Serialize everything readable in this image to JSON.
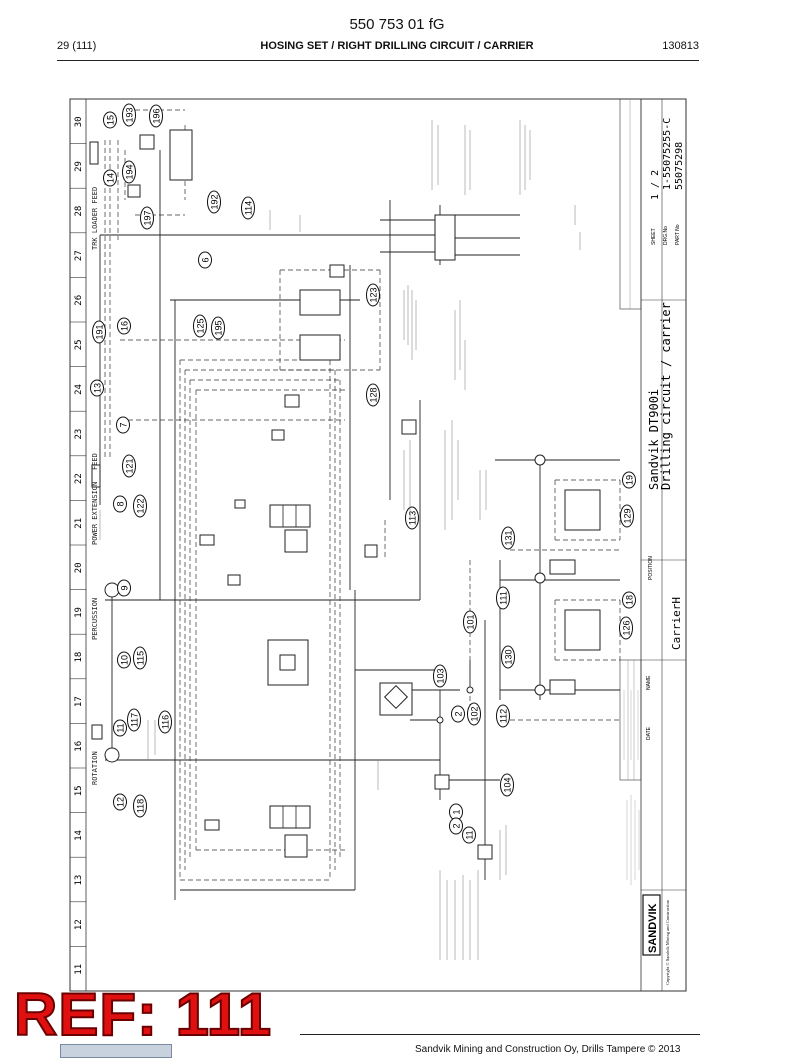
{
  "header": {
    "doc_number": "550 753 01 fG",
    "page": "29 (111)",
    "title": "HOSING SET / RIGHT DRILLING CIRCUIT / CARRIER",
    "date_code": "130813"
  },
  "frame": {
    "column_numbers": [
      "30",
      "29",
      "28",
      "27",
      "26",
      "25",
      "24",
      "23",
      "22",
      "21",
      "20",
      "19",
      "18",
      "17",
      "16",
      "15",
      "14",
      "13",
      "12",
      "11"
    ]
  },
  "title_block": {
    "product": "Sandvik DT900i",
    "drawing_title": "Drilling circuit / carrier",
    "section": "CarrierH",
    "sheet": "1 / 2",
    "drawing_no": "1-55075255-C",
    "part_no": "55075298",
    "brand": "SANDVIK",
    "copyright": "Copyright © Sandvik Mining and Construction",
    "field_labels": [
      "SHEET",
      "DRG.No",
      "PART No",
      "POSITION",
      "DATE",
      "NAME"
    ]
  },
  "schematic_labels": [
    "FEED",
    "PERCUSSION",
    "ROTATION",
    "TRK LOADER FEED",
    "POWER EXTENSION"
  ],
  "balloons": [
    "15",
    "193",
    "196",
    "14",
    "194",
    "197",
    "192",
    "114",
    "6",
    "123",
    "191",
    "16",
    "125",
    "195",
    "13",
    "128",
    "7",
    "121",
    "8",
    "122",
    "113",
    "9",
    "131",
    "10",
    "115",
    "111",
    "101",
    "19",
    "129",
    "18",
    "126",
    "130",
    "11",
    "117",
    "116",
    "103",
    "2",
    "102",
    "112",
    "12",
    "118",
    "104",
    "1",
    "2",
    "11"
  ],
  "stamp": {
    "text": "REF: 111"
  },
  "footer": {
    "text": "Sandvik Mining and Construction Oy, Drills Tampere © 2013"
  }
}
